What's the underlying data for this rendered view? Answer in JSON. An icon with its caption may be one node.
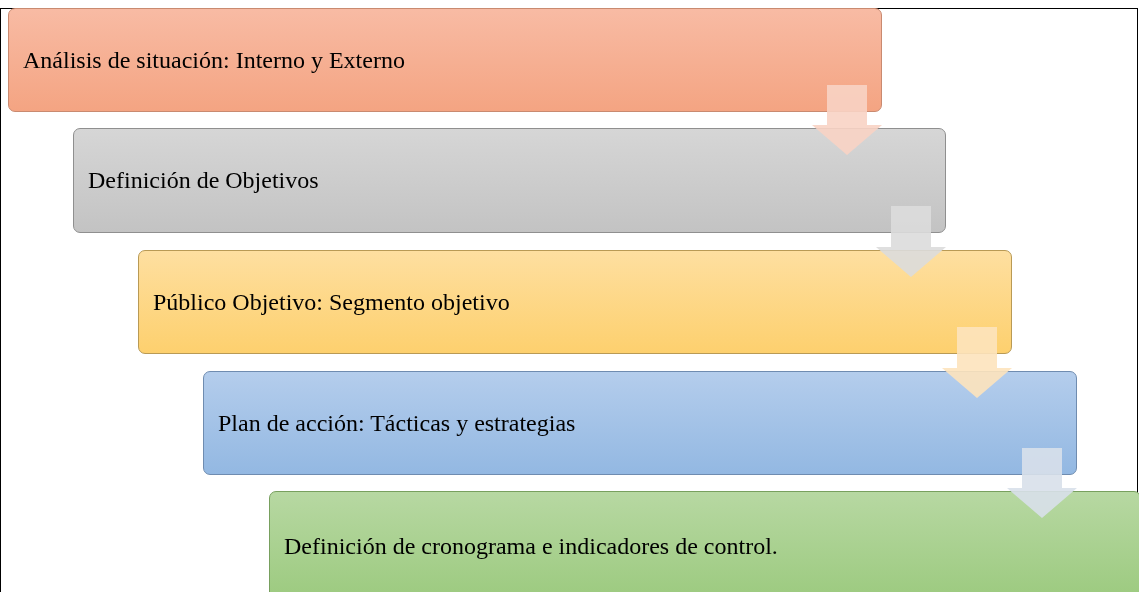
{
  "diagram": {
    "nodes": [
      {
        "text": [
          "Análisis de situación: Interno y Externo"
        ]
      },
      {
        "text": [
          "Definición de Objetivos"
        ]
      },
      {
        "text": [
          "Público Objetivo: Segmento objetivo"
        ]
      },
      {
        "text": [
          "Plan de acción: Tácticas y estrategias"
        ]
      },
      {
        "text": [
          "Definición de cronograma e indicadores de control."
        ]
      }
    ],
    "edges": [
      {
        "from": 0,
        "to": 1,
        "arrow": "to",
        "color": "#f8d3c4"
      },
      {
        "from": 1,
        "to": 2,
        "arrow": "to",
        "color": "#dcdcdc"
      },
      {
        "from": 2,
        "to": 3,
        "arrow": "to",
        "color": "#fde3bd"
      },
      {
        "from": 3,
        "to": 4,
        "arrow": "to",
        "color": "#d8e0ea"
      }
    ]
  }
}
